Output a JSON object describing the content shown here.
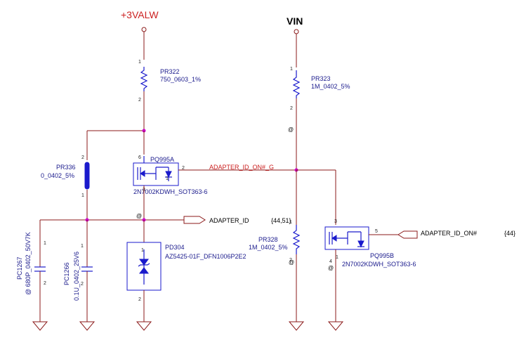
{
  "rails": {
    "p3valw": "+3VALW",
    "vin": "VIN",
    "p3valw_color": "#cc2222"
  },
  "nets": {
    "adapter_id_on_g": "ADAPTER_ID_ON#_G",
    "adapter_id": "ADAPTER_ID",
    "adapter_id_on": "ADAPTER_ID_ON#",
    "ref_44_51": "{44,51}",
    "ref_44": "{44}"
  },
  "components": {
    "pr322": {
      "ref": "PR322",
      "value": "750_0603_1%"
    },
    "pr323": {
      "ref": "PR323",
      "value": "1M_0402_5%"
    },
    "pr336": {
      "ref": "PR336",
      "value": "0_0402_5%"
    },
    "pr328": {
      "ref": "PR328",
      "value": "1M_0402_5%"
    },
    "pq995a": {
      "ref": "PQ995A",
      "value": "2N7002KDWH_SOT363-6"
    },
    "pq995b": {
      "ref": "PQ995B",
      "value": "2N7002KDWH_SOT363-6"
    },
    "pd304": {
      "ref": "PD304",
      "value": "AZ5425-01F_DFN1006P2E2"
    },
    "pc1267": {
      "ref": "PC1267",
      "value": "@ 680P_0402_50V7K"
    },
    "pc1266": {
      "ref": "PC1266",
      "value": "0.1U_0402_25V6"
    }
  },
  "pins": {
    "p1": "1",
    "p2": "2",
    "p3": "3",
    "p4": "4",
    "p5": "5",
    "p6": "6",
    "at": "@"
  }
}
